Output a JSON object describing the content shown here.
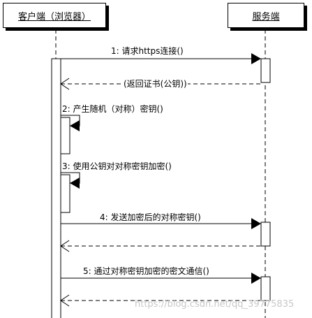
{
  "participants": {
    "client": "客户端（浏览器）",
    "server": "服务端"
  },
  "messages": [
    {
      "label": "1: 请求https连接()",
      "type": "sync",
      "from": "client",
      "to": "server"
    },
    {
      "label": "(返回证书(公钥))",
      "type": "return",
      "from": "server",
      "to": "client"
    },
    {
      "label": "2: 产生随机（对称）密钥()",
      "type": "self",
      "from": "client",
      "to": "client"
    },
    {
      "label": "3: 使用公钥对对称密钥加密()",
      "type": "self",
      "from": "client",
      "to": "client"
    },
    {
      "label": "4: 发送加密后的对称密钥()",
      "type": "sync",
      "from": "client",
      "to": "server"
    },
    {
      "label": "",
      "type": "return",
      "from": "server",
      "to": "client"
    },
    {
      "label": "5: 通过对称密钥加密的密文通信()",
      "type": "sync",
      "from": "client",
      "to": "server"
    },
    {
      "label": "",
      "type": "return",
      "from": "server",
      "to": "client"
    }
  ],
  "watermark": "https://blog.csdn.net/qq_39775835"
}
